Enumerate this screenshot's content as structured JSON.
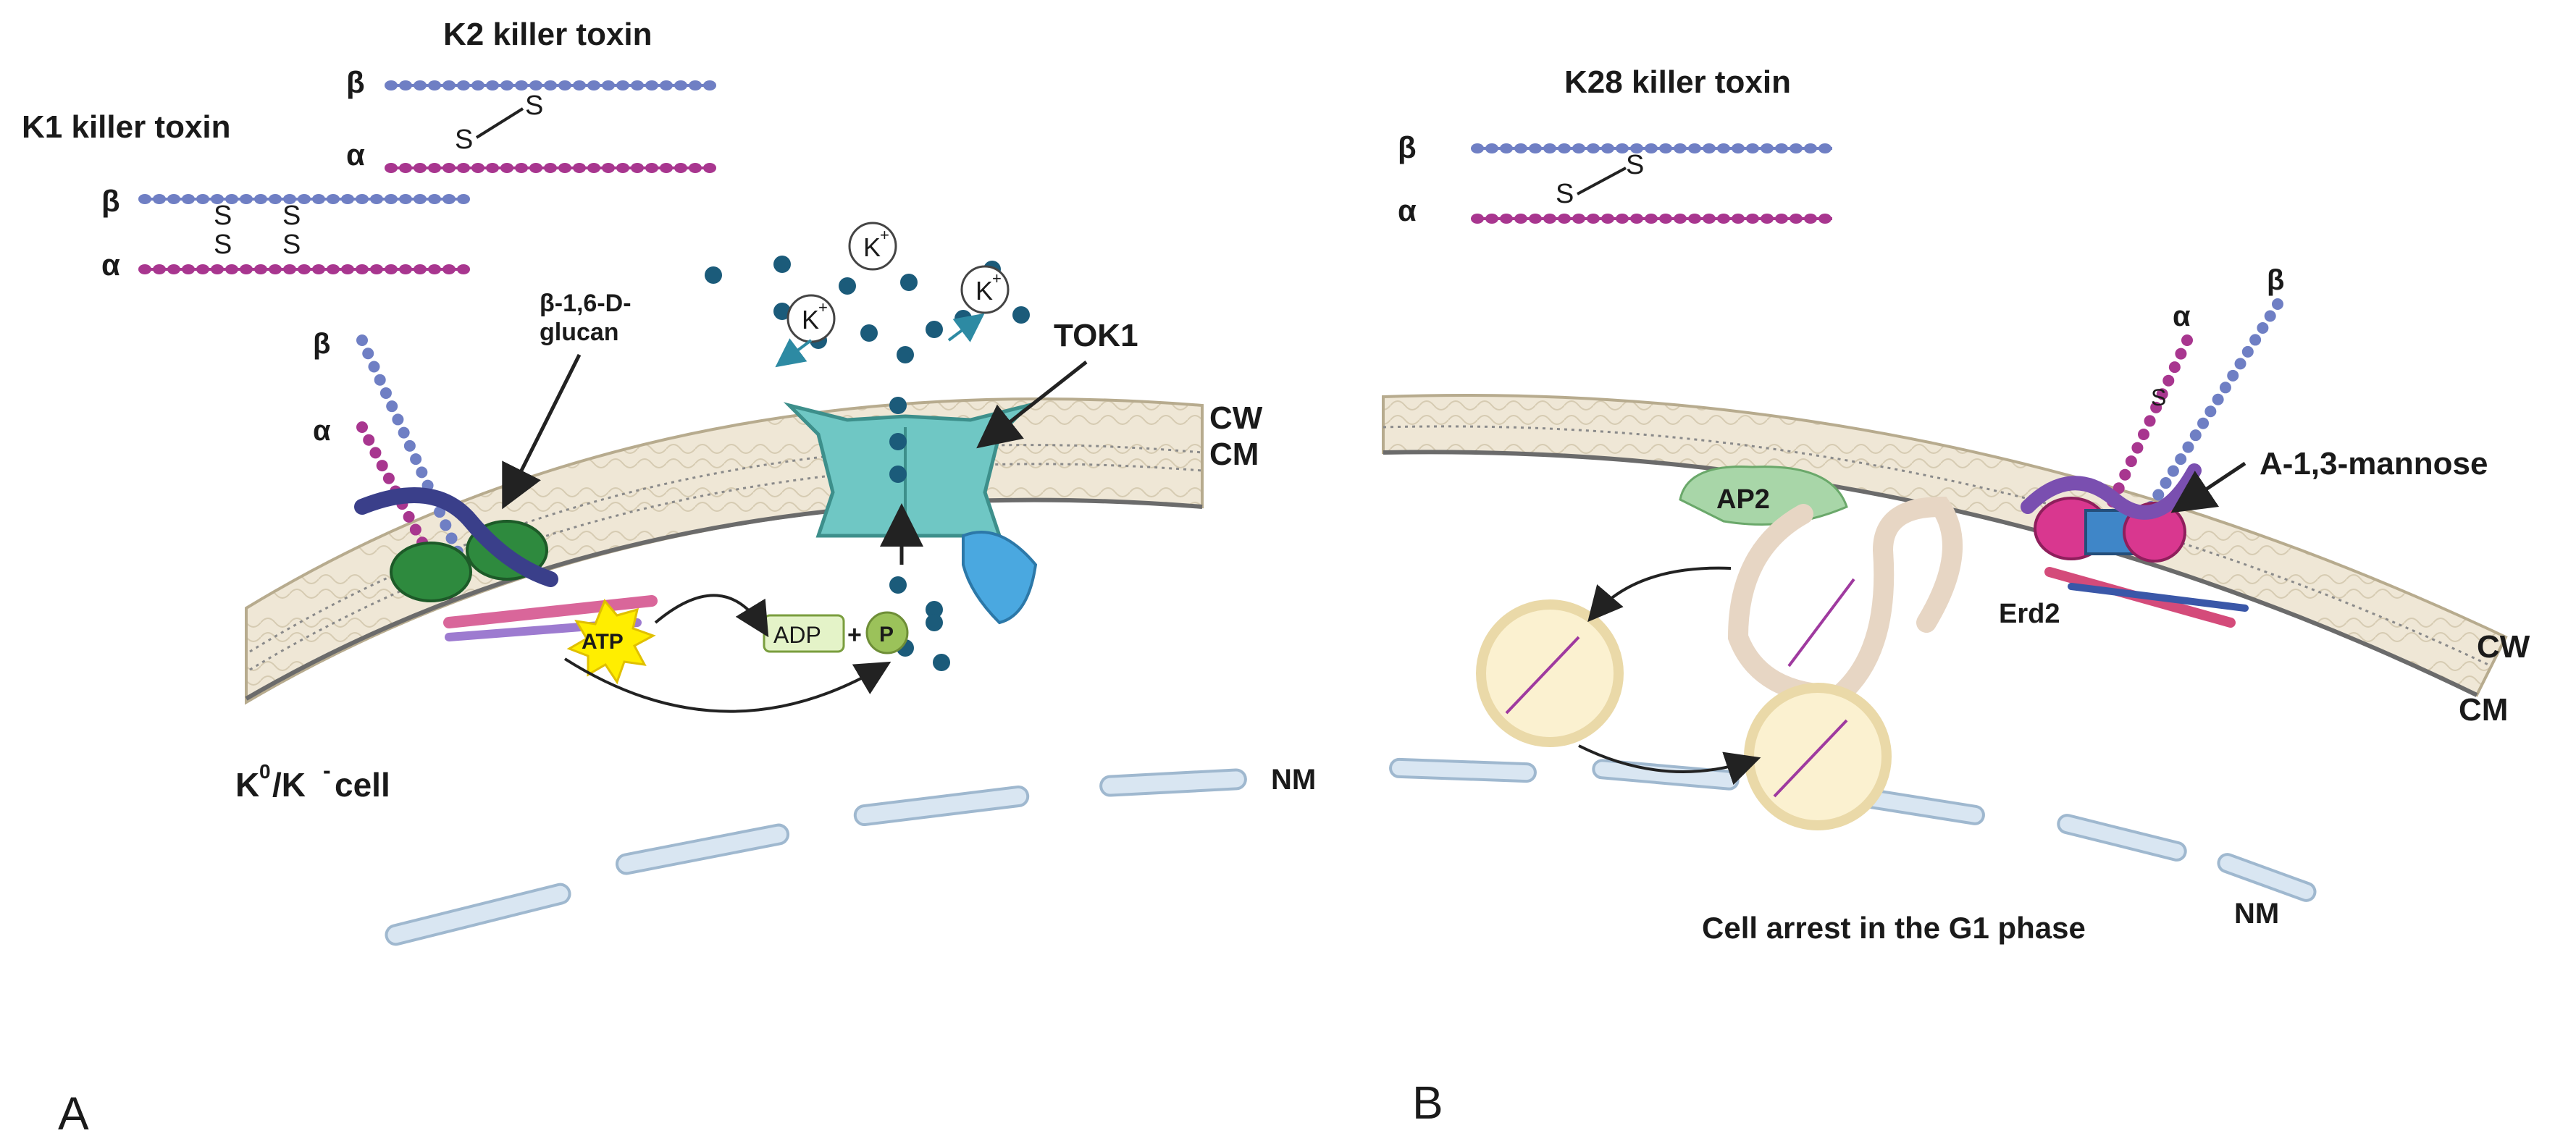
{
  "panel_a": {
    "label": "A",
    "k1_title": "K1 killer toxin",
    "k2_title": "K2 killer toxin",
    "beta": "β",
    "alpha": "α",
    "s": "S",
    "glucan": [
      "β-1,6-D-",
      "glucan"
    ],
    "tok1": "TOK1",
    "k_ion": "K",
    "k_sup": "+",
    "cw": "CW",
    "cm": "CM",
    "atp": "ATP",
    "adp": "ADP",
    "plus": "+",
    "p": "P",
    "nm": "NM",
    "cell_main": "K",
    "cell_sup1": "0",
    "cell_mid": "/K",
    "cell_sup2": "-",
    "cell_end": " cell"
  },
  "panel_b": {
    "label": "B",
    "k28_title": "K28 killer toxin",
    "beta": "β",
    "alpha": "α",
    "s": "S",
    "ap2": "AP2",
    "erd2": "Erd2",
    "mannose": "A-1,3-mannose",
    "cw": "CW",
    "cm": "CM",
    "nm": "NM",
    "arrest": "Cell arrest in the G1 phase"
  },
  "colors": {
    "beta_chain": "#6f7fc4",
    "alpha_chain": "#a8368f",
    "membrane_fill": "#ece3d0",
    "membrane_edge": "#b7ab8e",
    "glucan": "#8dbb5a",
    "channel": "#6fc7c4",
    "ion": "#1b5b7a",
    "atp_burst": "#ffee00",
    "nuclear_membrane": "#d6e4f0",
    "vesicle": "#f6ecc8"
  },
  "icons": [
    "burst-icon",
    "arrow-icon",
    "ion-icon"
  ]
}
